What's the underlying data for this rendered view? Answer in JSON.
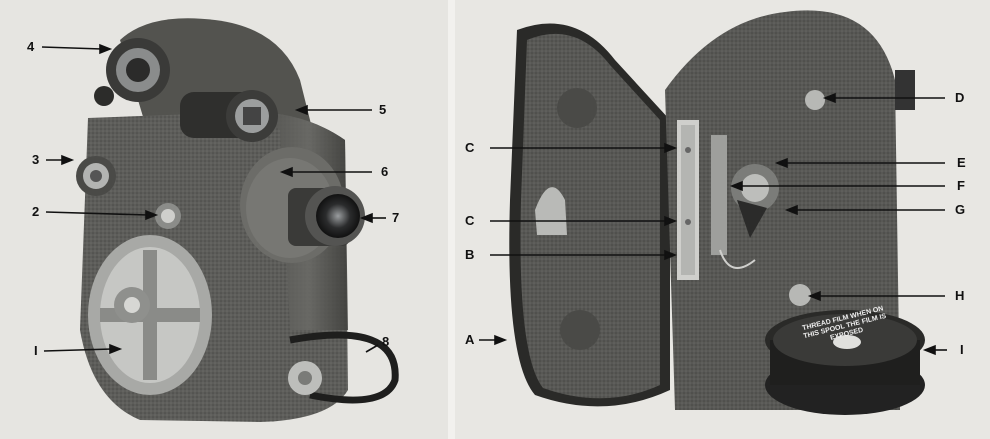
{
  "left_figure": {
    "callouts": [
      "4",
      "5",
      "3",
      "6",
      "2",
      "7",
      "8",
      "I"
    ]
  },
  "right_figure": {
    "callouts": [
      "C",
      "D",
      "E",
      "F",
      "C",
      "G",
      "B",
      "H",
      "A",
      "I"
    ],
    "reel_text": "THREAD FILM WHEN ON THIS SPOOL THE FILM IS EXPOSED"
  },
  "colors": {
    "camera_body": "#5b5b58",
    "camera_dark": "#2e2e2c",
    "background": "#e7e6e2"
  }
}
